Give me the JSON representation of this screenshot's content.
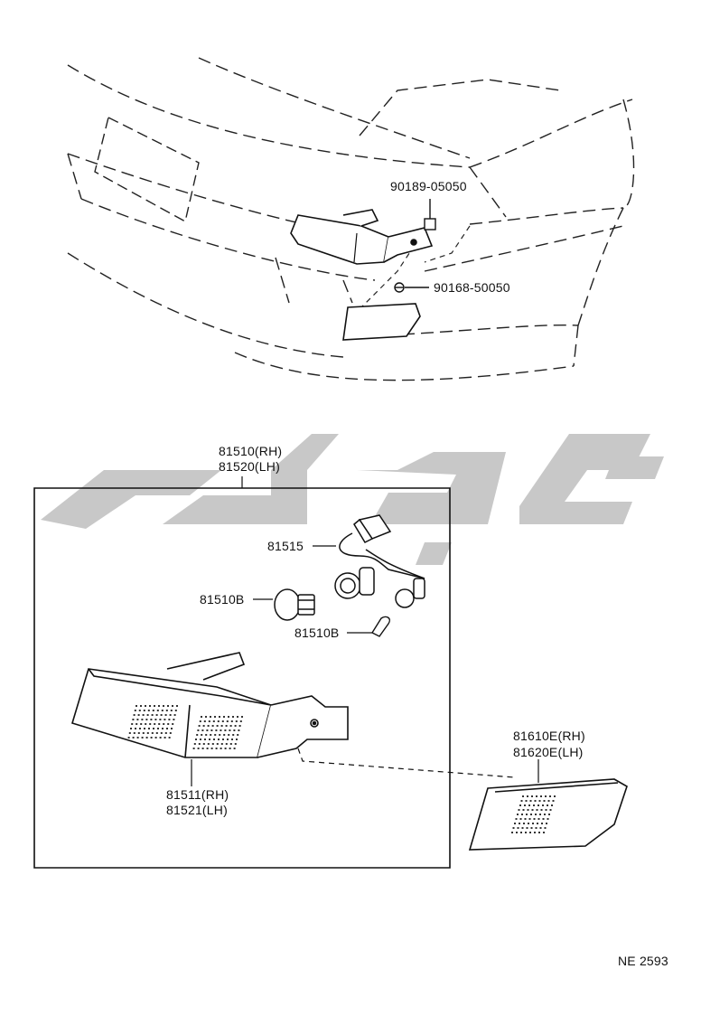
{
  "callouts": {
    "top_bolt": "90189-05050",
    "top_screw": "90168-50050",
    "assy_rh": "81510(RH)",
    "assy_lh": "81520(LH)",
    "socket_wire": "81515",
    "bulb_main": "81510B",
    "bulb_small": "81510B",
    "lens_rh": "81511(RH)",
    "lens_lh": "81521(LH)",
    "side_rh": "81610E(RH)",
    "side_lh": "81620E(LH)"
  },
  "footer": {
    "diagram_code": "NE  2593"
  },
  "watermark": {
    "color": "#c8c8c8"
  }
}
